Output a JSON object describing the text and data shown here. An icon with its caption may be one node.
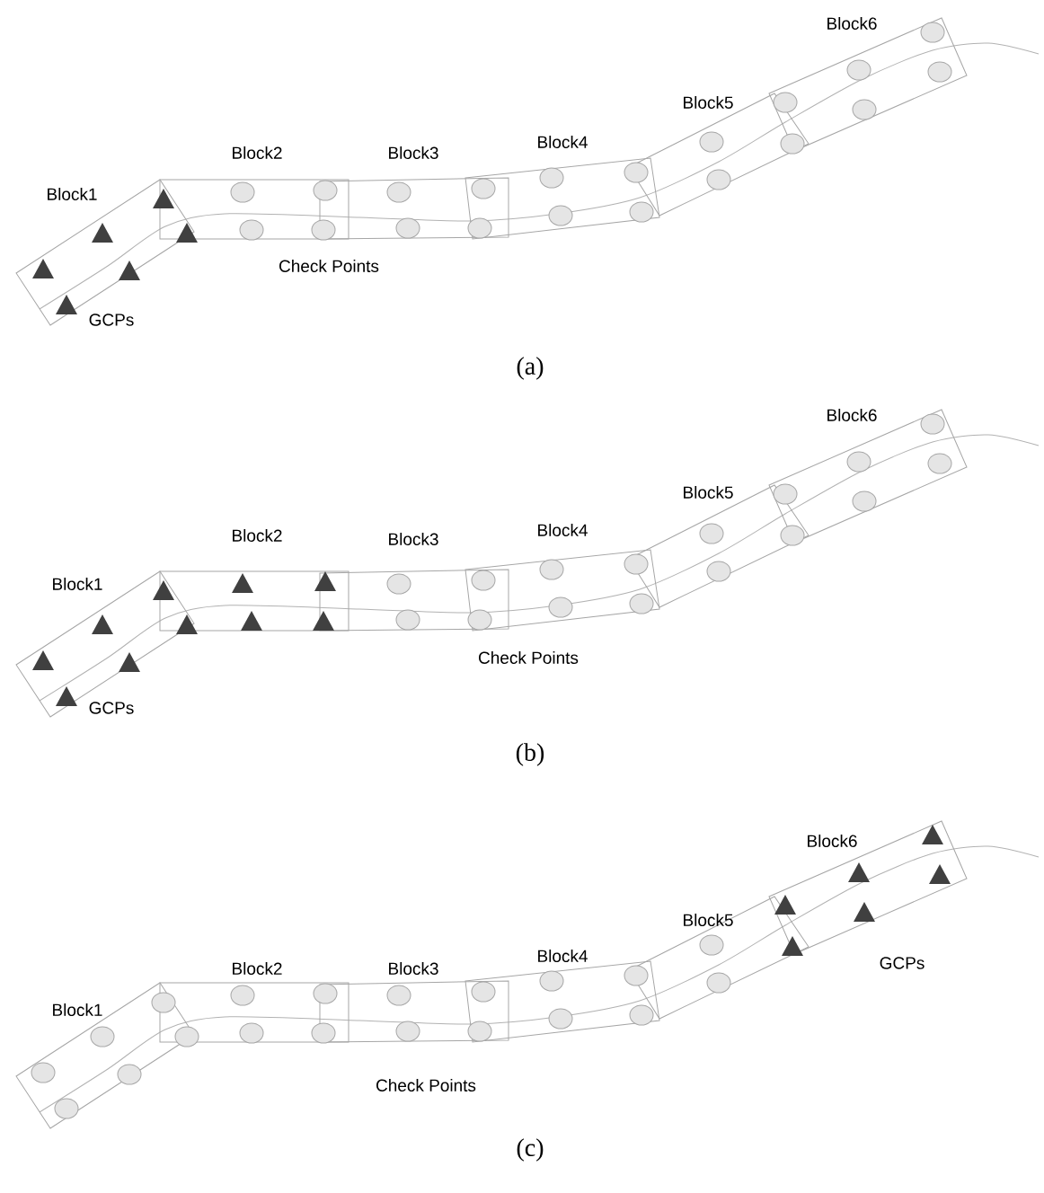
{
  "diagram": {
    "labels": [
      "Block1",
      "Block2",
      "Block3",
      "Block4",
      "Block5",
      "Block6",
      "Check Points",
      "GCPs",
      "(a)",
      "Block1",
      "Block2",
      "Block3",
      "Block4",
      "Block5",
      "Block6",
      "Check Points",
      "GCPs",
      "(b)",
      "Block1",
      "Block2",
      "Block3",
      "Block4",
      "Block5",
      "Block6",
      "Check Points",
      "GCPs",
      "(c)"
    ]
  }
}
